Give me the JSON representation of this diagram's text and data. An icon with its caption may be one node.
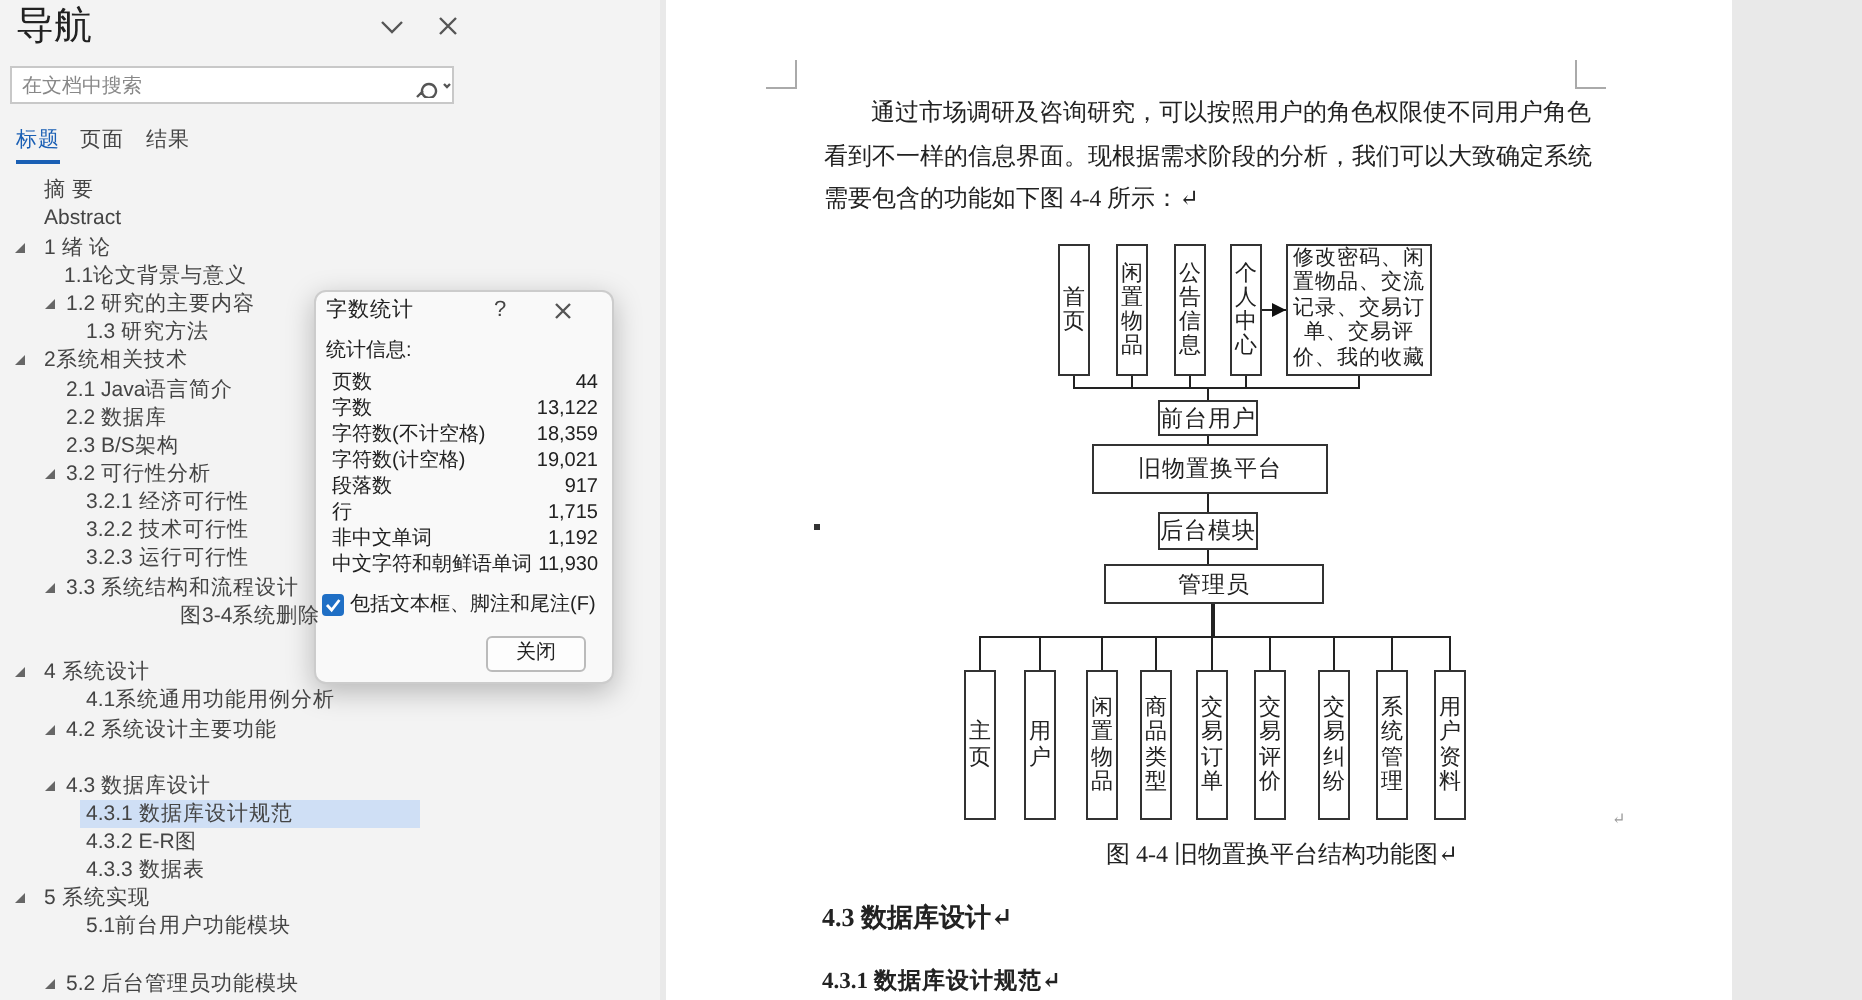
{
  "diagram": {
    "caption": "图 4-4 旧物置换平台结构功能图↵",
    "nodes": [
      {
        "text": [
          "首页"
        ]
      },
      {
        "text": [
          "闲置物品"
        ]
      },
      {
        "text": [
          "公告信息"
        ]
      },
      {
        "text": [
          "个人中心"
        ]
      },
      {
        "text": [
          "修改密码、闲置物品、交流记录、交易订单、交易评价、我的收藏"
        ]
      },
      {
        "text": [
          "前台用户"
        ]
      },
      {
        "text": [
          "旧物置换平台"
        ]
      },
      {
        "text": [
          "后台模块"
        ]
      },
      {
        "text": [
          "管理员"
        ]
      },
      {
        "text": [
          "主页"
        ]
      },
      {
        "text": [
          "用户"
        ]
      },
      {
        "text": [
          "闲置物品"
        ]
      },
      {
        "text": [
          "商品类型"
        ]
      },
      {
        "text": [
          "交易订单"
        ]
      },
      {
        "text": [
          "交易评价"
        ]
      },
      {
        "text": [
          "交易纠纷"
        ]
      },
      {
        "text": [
          "系统管理"
        ]
      },
      {
        "text": [
          "用户资料"
        ]
      }
    ],
    "edges": [
      {
        "from": 3,
        "to": 4,
        "arrow": "to"
      },
      {
        "from": 5,
        "to": 0,
        "arrow": "none"
      },
      {
        "from": 5,
        "to": 1,
        "arrow": "none"
      },
      {
        "from": 5,
        "to": 2,
        "arrow": "none"
      },
      {
        "from": 5,
        "to": 3,
        "arrow": "none"
      },
      {
        "from": 5,
        "to": 4,
        "arrow": "none"
      },
      {
        "from": 5,
        "to": 6,
        "arrow": "none"
      },
      {
        "from": 6,
        "to": 7,
        "arrow": "none"
      },
      {
        "from": 7,
        "to": 8,
        "arrow": "none"
      },
      {
        "from": 8,
        "to": 9,
        "arrow": "none"
      },
      {
        "from": 8,
        "to": 10,
        "arrow": "none"
      },
      {
        "from": 8,
        "to": 11,
        "arrow": "none"
      },
      {
        "from": 8,
        "to": 12,
        "arrow": "none"
      },
      {
        "from": 8,
        "to": 13,
        "arrow": "none"
      },
      {
        "from": 8,
        "to": 14,
        "arrow": "none"
      },
      {
        "from": 8,
        "to": 15,
        "arrow": "none"
      },
      {
        "from": 8,
        "to": 16,
        "arrow": "none"
      },
      {
        "from": 8,
        "to": 17,
        "arrow": "none"
      }
    ],
    "labels": [
      "导航",
      "在文档中搜索",
      "标题",
      "页面",
      "结果",
      "摘 要",
      "Abstract",
      "1 绪 论",
      "1.1论文背景与意义",
      "1.2 研究的主要内容",
      "1.3 研究方法",
      "2系统相关技术",
      "2.1 Java语言简介",
      "2.2 数据库",
      "2.3 B/S架构",
      "3.2 可行性分析",
      "3.2.1 经济可行性",
      "3.2.2 技术可行性",
      "3.2.3 运行可行性",
      "3.3 系统结构和流程设计",
      "图3-4系统删除",
      "4 系统设计",
      "4.1系统通用功能用例分析",
      "4.2 系统设计主要功能",
      "4.3 数据库设计",
      "4.3.1 数据库设计规范",
      "4.3.2 E-R图",
      "4.3.3 数据表",
      "5 系统实现",
      "5.1前台用户功能模块",
      "5.2 后台管理员功能模块",
      "字数统计",
      "?",
      "统计信息:",
      "页数",
      "44",
      "字数",
      "13,122",
      "字符数(不计空格)",
      "18,359",
      "字符数(计空格)",
      "19,021",
      "段落数",
      "917",
      "行",
      "1,715",
      "非中文单词",
      "1,192",
      "中文字符和朝鲜语单词",
      "11,930",
      "包括文本框、脚注和尾注(F)",
      "关闭",
      "通过市场调研及咨询研究，可以按照用户的角色权限使不同用户角色看到不一样的信息界面。现根据需求阶段的分析，我们可以大致确定系统需要包含的功能如下图 4-4 所示：↵",
      "4.3 数据库设计↵",
      "4.3.1 数据库设计规范↵",
      "↵"
    ]
  }
}
